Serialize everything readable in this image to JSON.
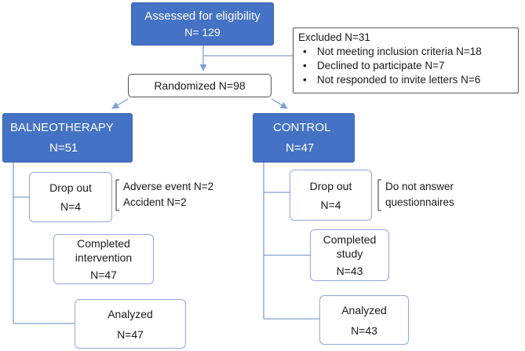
{
  "assessed": {
    "title": "Assessed for eligibility",
    "count": "N= 129"
  },
  "excluded": {
    "title": "Excluded N=31",
    "reasons": [
      "Not meeting inclusion criteria  N=18",
      "Declined to participate N=7",
      "Not responded to invite letters N=6"
    ]
  },
  "randomized": {
    "label": "Randomized  N=98"
  },
  "balneotherapy": {
    "title": "BALNEOTHERAPY",
    "count": "N=51",
    "dropout": {
      "title": "Drop out",
      "count": "N=4"
    },
    "dropout_reasons": [
      "Adverse event N=2",
      "Accident N=2"
    ],
    "completed": {
      "line1": "Completed",
      "line2": "intervention",
      "count": "N=47"
    },
    "analyzed": {
      "title": "Analyzed",
      "count": "N=47"
    }
  },
  "control": {
    "title": "CONTROL",
    "count": "N=47",
    "dropout": {
      "title": "Drop out",
      "count": "N=4"
    },
    "dropout_reasons": [
      "Do not answer",
      "questionnaires"
    ],
    "completed": {
      "line1": "Completed",
      "line2": "study",
      "count": "N=43"
    },
    "analyzed": {
      "title": "Analyzed",
      "count": "N=43"
    }
  },
  "colors": {
    "box_fill": "#4472c4",
    "box_outline": "#8ea9db",
    "connector": "#7f9fd0"
  }
}
